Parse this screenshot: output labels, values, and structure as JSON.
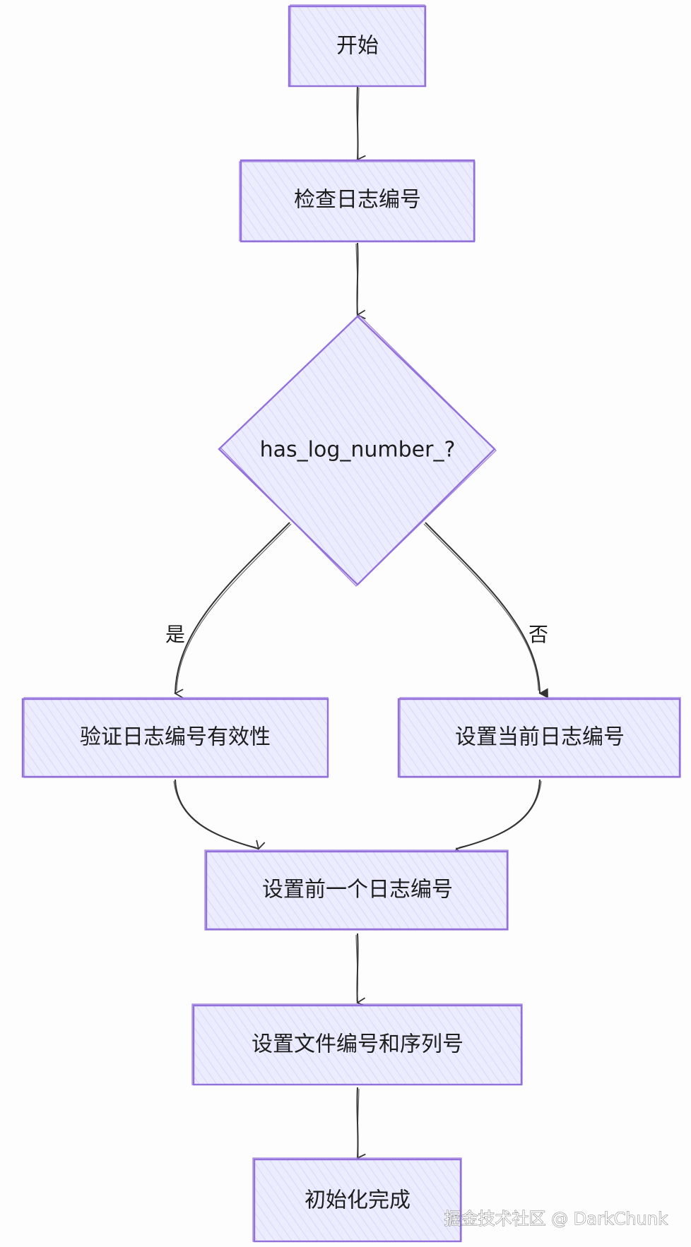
{
  "colors": {
    "node_fill": "#ececff",
    "node_stroke": "#9370db",
    "edge": "#333333",
    "text": "#1d1d1d"
  },
  "nodes": {
    "start": {
      "label": "开始"
    },
    "check": {
      "label": "检查日志编号"
    },
    "decision": {
      "label": "has_log_number_?"
    },
    "verify": {
      "label": "验证日志编号有效性"
    },
    "set_current": {
      "label": "设置当前日志编号"
    },
    "set_prev": {
      "label": "设置前一个日志编号"
    },
    "set_file": {
      "label": "设置文件编号和序列号"
    },
    "done": {
      "label": "初始化完成"
    }
  },
  "edges": {
    "yes_label": "是",
    "no_label": "否"
  },
  "watermark": {
    "text": "掘金技术社区 @ DarkChunk"
  }
}
